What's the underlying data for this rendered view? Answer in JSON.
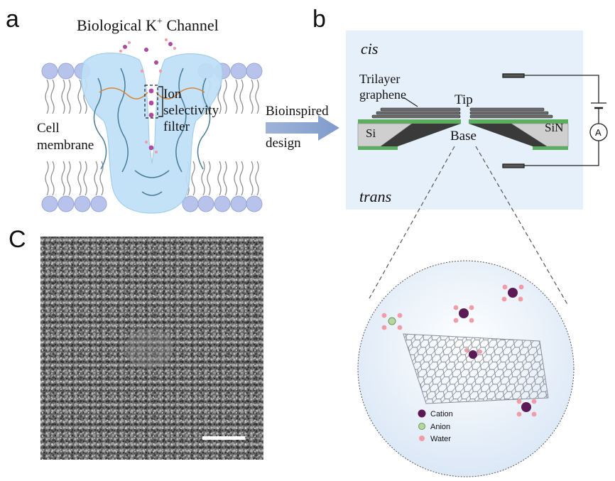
{
  "panel_a": {
    "letter": "a",
    "title": "Biological K",
    "title_sup": "+",
    "title_tail": " Channel",
    "cell_label_1": "Cell",
    "cell_label_2": "membrane",
    "filter_label_1": "Ion",
    "filter_label_2": "selectivity",
    "filter_label_3": "filter"
  },
  "arrow": {
    "label_1": "Bioinspired",
    "label_2": "design"
  },
  "panel_b": {
    "letter": "b",
    "cis": "cis",
    "trans": "trans",
    "graphene_label_1": "Trilayer",
    "graphene_label_2": "graphene",
    "tip": "Tip",
    "base": "Base",
    "si": "Si",
    "sin": "SiN",
    "ammeter": "A"
  },
  "panel_c": {
    "letter": "C"
  },
  "legend": {
    "cation": "Cation",
    "anion": "Anion",
    "water": "Water"
  },
  "colors": {
    "channel": "#bfe0f7",
    "lipid_head": "#b7c3ea",
    "cation": "#5b1a55",
    "anion": "#b7d6a0",
    "water": "#f19aa8",
    "substrate_green": "#5cae5e",
    "background_b": "#e5f0fb"
  }
}
